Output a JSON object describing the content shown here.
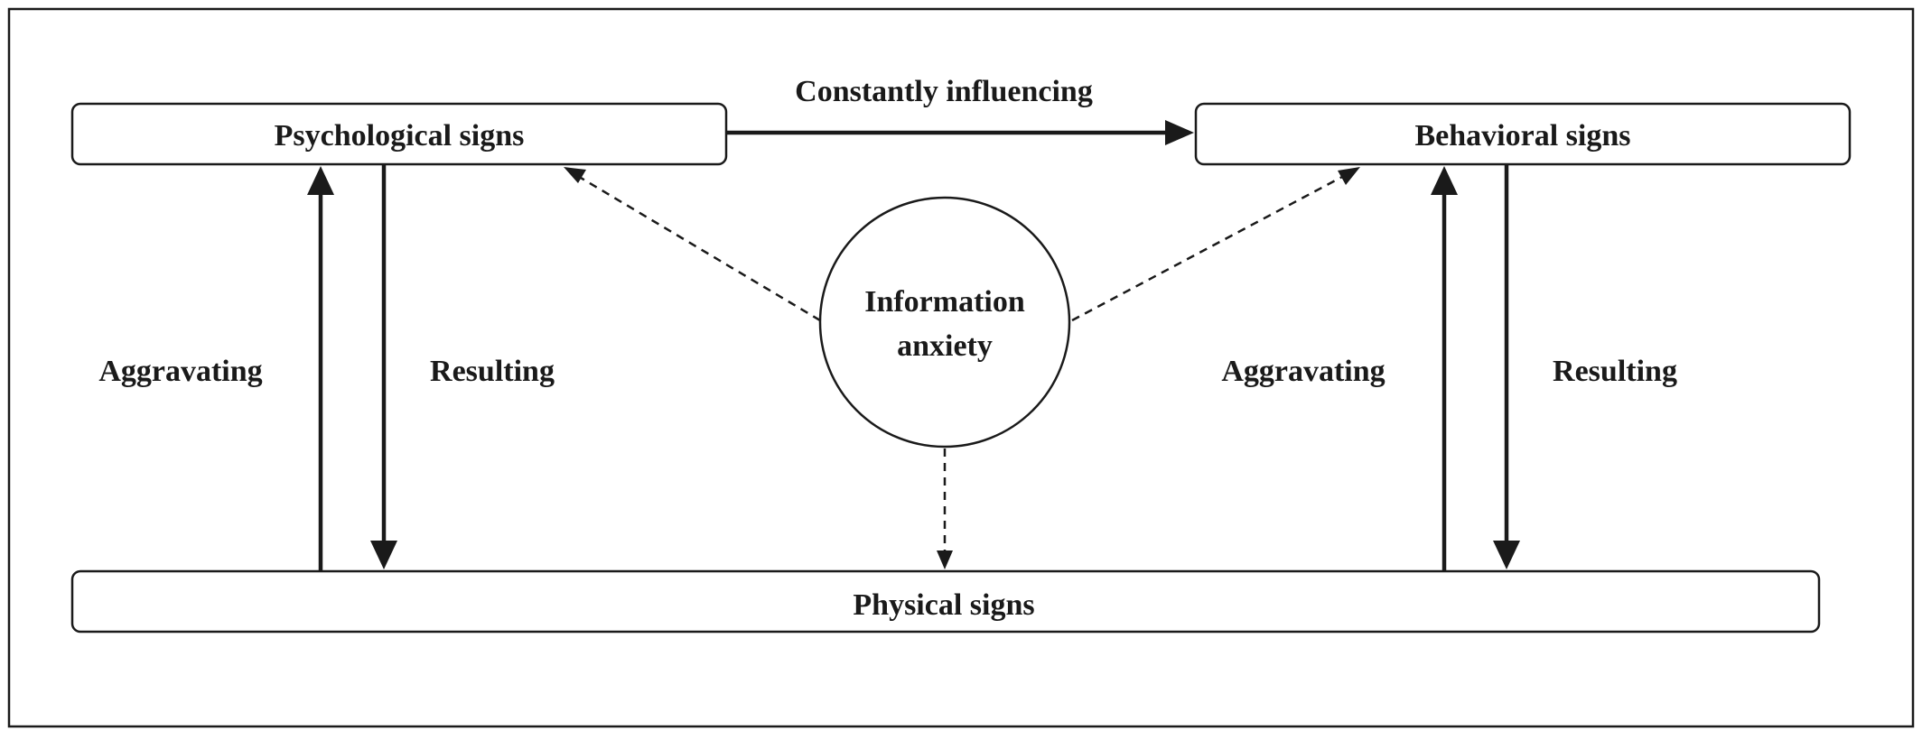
{
  "nodes": {
    "psychological": "Psychological signs",
    "behavioral": "Behavioral signs",
    "physical": "Physical signs",
    "center_line1": "Information",
    "center_line2": "anxiety"
  },
  "edges": {
    "top_label": "Constantly influencing",
    "left_up_label": "Aggravating",
    "left_down_label": "Resulting",
    "right_up_label": "Aggravating",
    "right_down_label": "Resulting"
  },
  "colors": {
    "stroke": "#1a1a1a",
    "background": "#ffffff"
  }
}
